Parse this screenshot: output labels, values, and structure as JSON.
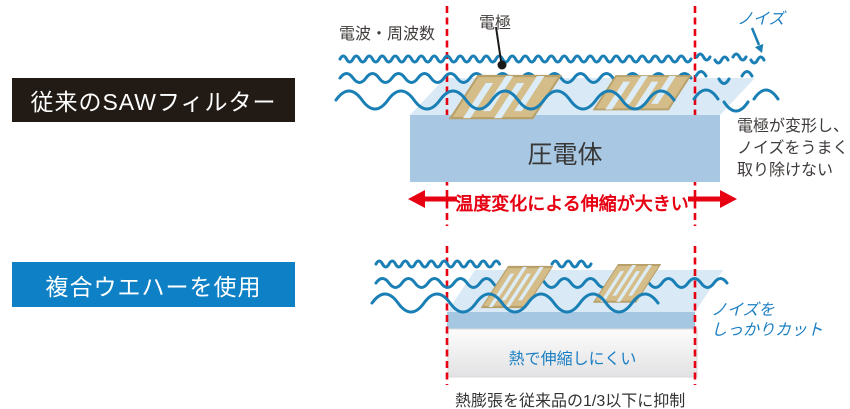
{
  "colors": {
    "wave": "#1a7fb4",
    "red": "#e60012",
    "black_label_bg": "#211a15",
    "blue_label_bg": "#0d80c6",
    "piezo_front": "#a8c7e2",
    "surface_top": "#d9eaf6",
    "layer_strip": "#a5c7e2",
    "electrode": "#d5bd8a",
    "electrode_edge": "#b7a06a",
    "electrode_slot": "#ddedf8",
    "blue_text": "#1a7ec3",
    "dark_text": "#3f3b3a"
  },
  "top_section": {
    "label": "従来のSAWフィルター",
    "wave_label": "電波・周波数",
    "electrode_label": "電極",
    "noise_label": "ノイズ",
    "body_label": "圧電体",
    "expansion_note": "温度変化による伸縮が大きい",
    "side_note": "電極が変形し、\nノイズをうまく\n取り除けない"
  },
  "bottom_section": {
    "label": "複合ウエハーを使用",
    "noise_note": "ノイズを\nしっかりカット",
    "layer_label": "熱で伸縮しにくい",
    "caption": "熱膨張を従来品の1/3以下に抑制"
  }
}
